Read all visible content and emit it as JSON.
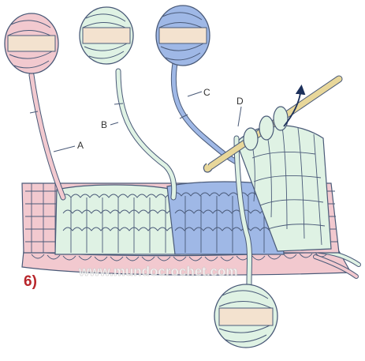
{
  "figure": {
    "step_label": "6)",
    "watermark": "www.mundocrochet.com",
    "strands": [
      {
        "id": "A",
        "label": "A",
        "color": "#f2c9cf"
      },
      {
        "id": "B",
        "label": "B",
        "color": "#dff2e4"
      },
      {
        "id": "C",
        "label": "C",
        "color": "#9fb8e6"
      },
      {
        "id": "D",
        "label": "D",
        "color": "#dff2e4"
      }
    ],
    "colors": {
      "outline": "#4a5a78",
      "hook": "#e8d79a",
      "band": "#f3e2cf",
      "arrow": "#1b2f5a"
    }
  }
}
